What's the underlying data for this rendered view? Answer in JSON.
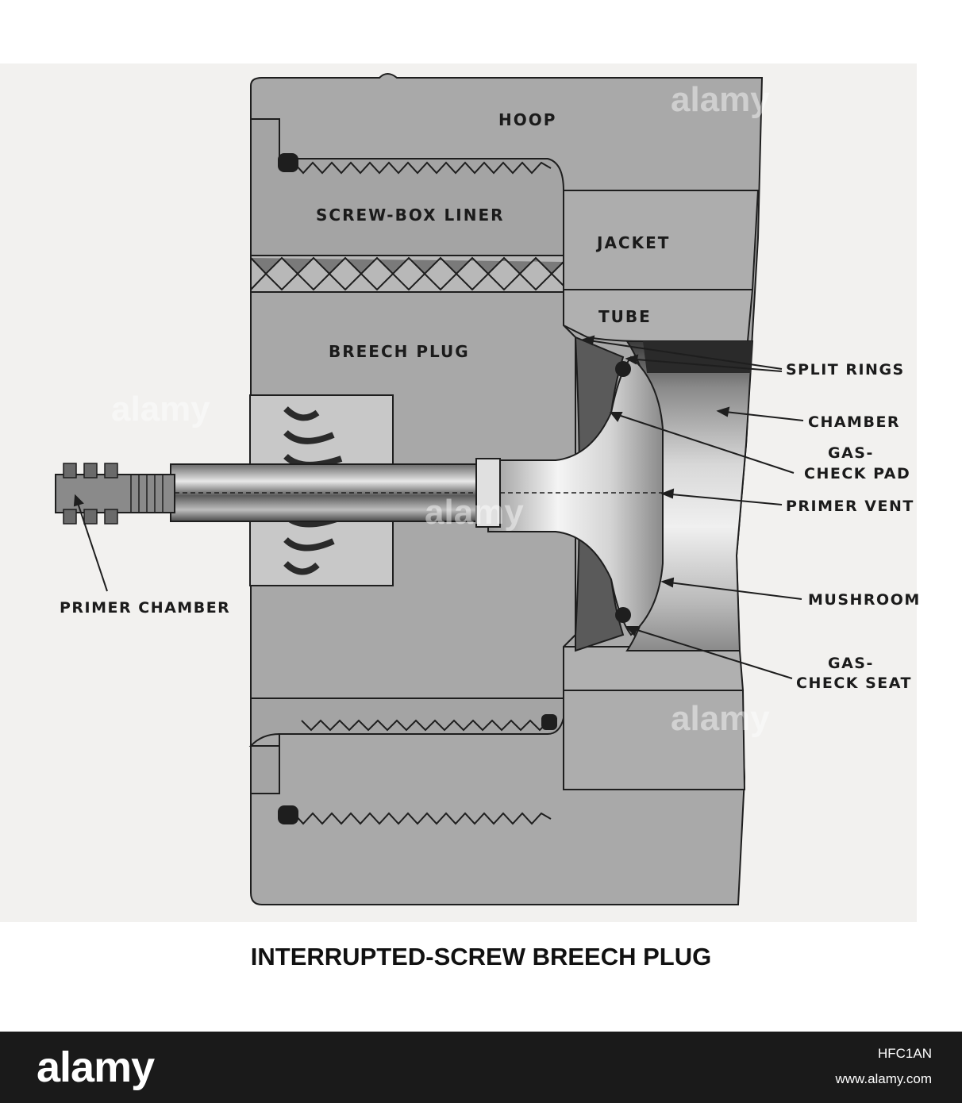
{
  "diagram": {
    "title": "INTERRUPTED-SCREW BREECH PLUG",
    "parts": {
      "hoop": "HOOP",
      "screw_box_liner": "SCREW-BOX LINER",
      "jacket": "JACKET",
      "tube": "TUBE",
      "breech_plug": "BREECH PLUG"
    },
    "callouts": {
      "split_rings": "SPLIT RINGS",
      "chamber": "CHAMBER",
      "gas_check_pad_1": "GAS-",
      "gas_check_pad_2": "CHECK PAD",
      "primer_vent": "PRIMER VENT",
      "mushroom": "MUSHROOM",
      "gas_check_seat_1": "GAS-",
      "gas_check_seat_2": "CHECK SEAT",
      "primer_chamber": "PRIMER CHAMBER"
    }
  },
  "watermark": "alamy",
  "footer": {
    "logo": "alamy",
    "image_id": "HFC1AN",
    "url": "www.alamy.com"
  },
  "colors": {
    "paper": "#f2f1ef",
    "metal": "#a8a8a8",
    "metal_light": "#c4c4c4",
    "dark": "#2a2a2a",
    "footer": "#1a1a1a"
  }
}
